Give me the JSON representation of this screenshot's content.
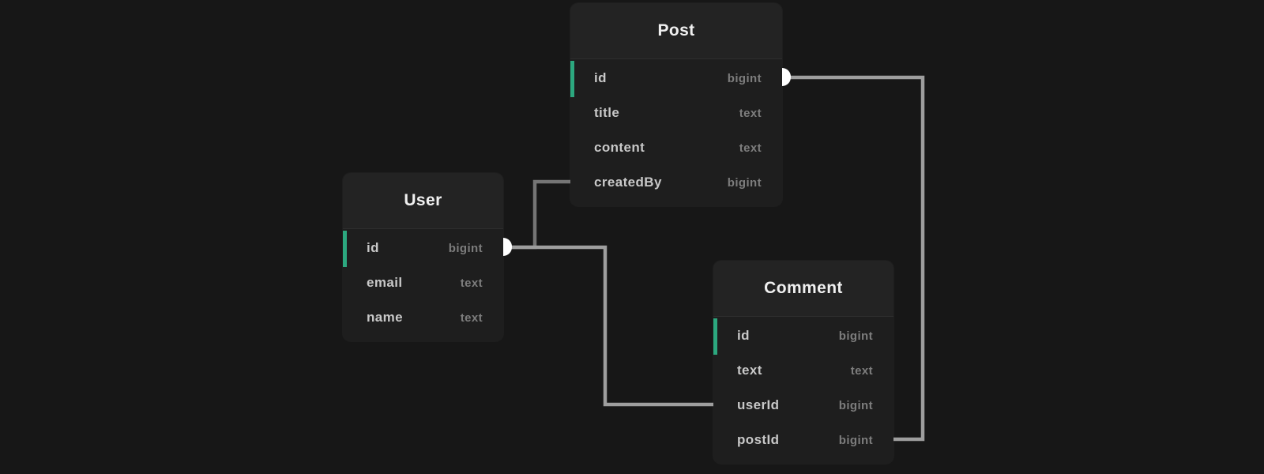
{
  "diagram": {
    "background_color": "#171717",
    "card_color": "#1e1e1e",
    "header_color": "#232323",
    "primary_key_color": "#2ca87f",
    "line_color_light": "#9e9e9e",
    "line_color_dark": "#757575",
    "connector_color": "#ffffff"
  },
  "tables": [
    {
      "name": "Post",
      "columns": [
        {
          "name": "id",
          "type": "bigint",
          "pk": true
        },
        {
          "name": "title",
          "type": "text",
          "pk": false
        },
        {
          "name": "content",
          "type": "text",
          "pk": false
        },
        {
          "name": "createdBy",
          "type": "bigint",
          "pk": false
        }
      ]
    },
    {
      "name": "User",
      "columns": [
        {
          "name": "id",
          "type": "bigint",
          "pk": true
        },
        {
          "name": "email",
          "type": "text",
          "pk": false
        },
        {
          "name": "name",
          "type": "text",
          "pk": false
        }
      ]
    },
    {
      "name": "Comment",
      "columns": [
        {
          "name": "id",
          "type": "bigint",
          "pk": true
        },
        {
          "name": "text",
          "type": "text",
          "pk": false
        },
        {
          "name": "userId",
          "type": "bigint",
          "pk": false
        },
        {
          "name": "postId",
          "type": "bigint",
          "pk": false
        }
      ]
    }
  ],
  "relationships": [
    {
      "from": "User.id",
      "to": "Post.createdBy"
    },
    {
      "from": "User.id",
      "to": "Comment.userId"
    },
    {
      "from": "Post.id",
      "to": "Comment.postId"
    }
  ]
}
